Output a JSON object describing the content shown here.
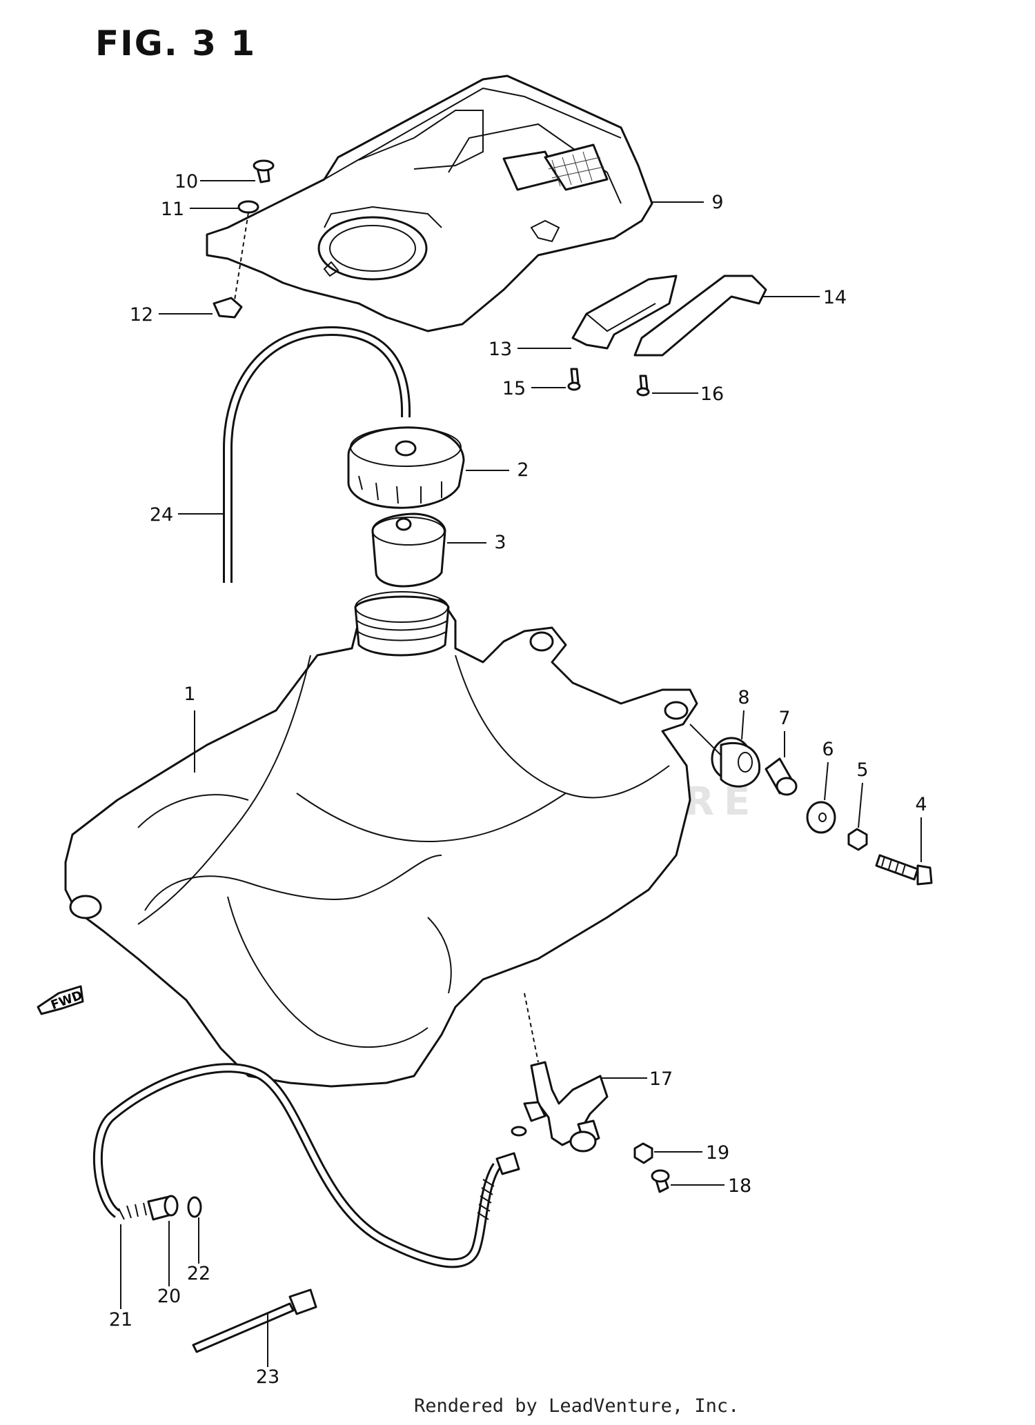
{
  "figure": {
    "title": "FIG. 3 1",
    "watermark": "LEADVENTURE",
    "footer": "Rendered by LeadVenture, Inc.",
    "direction_tag": "FWD"
  },
  "callouts": [
    {
      "id": "1",
      "label": "1"
    },
    {
      "id": "2",
      "label": "2"
    },
    {
      "id": "3",
      "label": "3"
    },
    {
      "id": "4",
      "label": "4"
    },
    {
      "id": "5",
      "label": "5"
    },
    {
      "id": "6",
      "label": "6"
    },
    {
      "id": "7",
      "label": "7"
    },
    {
      "id": "8",
      "label": "8"
    },
    {
      "id": "9",
      "label": "9"
    },
    {
      "id": "10",
      "label": "10"
    },
    {
      "id": "11",
      "label": "11"
    },
    {
      "id": "12",
      "label": "12"
    },
    {
      "id": "13",
      "label": "13"
    },
    {
      "id": "14",
      "label": "14"
    },
    {
      "id": "15",
      "label": "15"
    },
    {
      "id": "16",
      "label": "16"
    },
    {
      "id": "17",
      "label": "17"
    },
    {
      "id": "18",
      "label": "18"
    },
    {
      "id": "19",
      "label": "19"
    },
    {
      "id": "20",
      "label": "20"
    },
    {
      "id": "21",
      "label": "21"
    },
    {
      "id": "22",
      "label": "22"
    },
    {
      "id": "23",
      "label": "23"
    },
    {
      "id": "24",
      "label": "24"
    }
  ]
}
